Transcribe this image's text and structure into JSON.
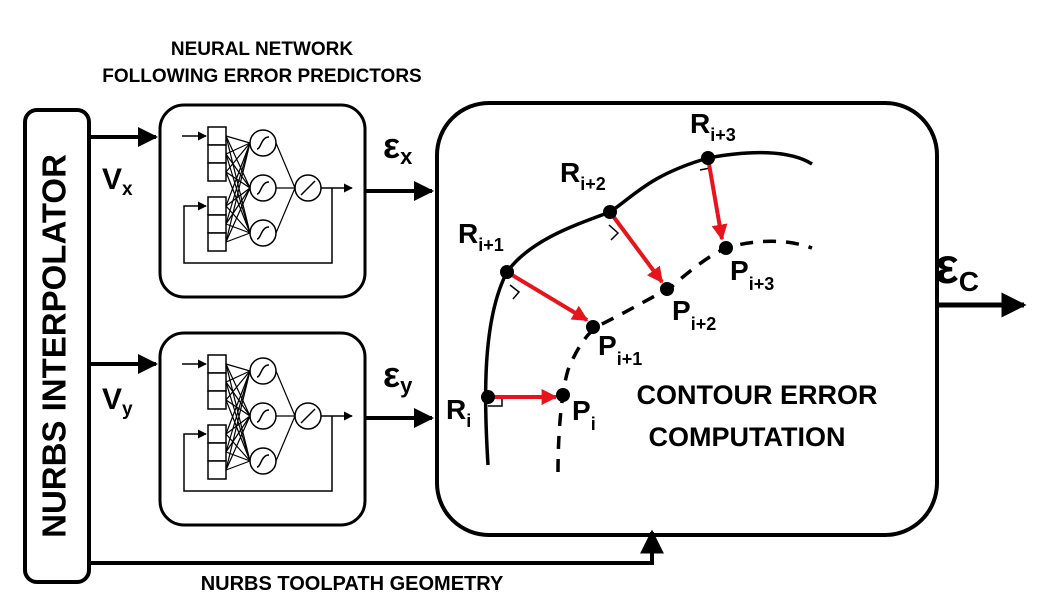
{
  "header": {
    "line1": "NEURAL NETWORK",
    "line2": "FOLLOWING ERROR PREDICTORS"
  },
  "interpolator": {
    "label": "NURBS INTERPOLATOR"
  },
  "footer": {
    "label": "NURBS TOOLPATH GEOMETRY"
  },
  "inputs": {
    "vx": {
      "main": "V",
      "sub": "x"
    },
    "vy": {
      "main": "V",
      "sub": "y"
    }
  },
  "errors": {
    "ex": {
      "main": "ε",
      "sub": "x"
    },
    "ey": {
      "main": "ε",
      "sub": "y"
    },
    "ec": {
      "main": "ε",
      "sub": "C"
    }
  },
  "contour": {
    "title_line1": "CONTOUR ERROR",
    "title_line2": "COMPUTATION",
    "r_points": [
      {
        "main": "R",
        "sub": "i"
      },
      {
        "main": "R",
        "sub": "i+1"
      },
      {
        "main": "R",
        "sub": "i+2"
      },
      {
        "main": "R",
        "sub": "i+3"
      }
    ],
    "p_points": [
      {
        "main": "P",
        "sub": "i"
      },
      {
        "main": "P",
        "sub": "i+1"
      },
      {
        "main": "P",
        "sub": "i+2"
      },
      {
        "main": "P",
        "sub": "i+3"
      }
    ]
  },
  "colors": {
    "error_vector": "#e8141b",
    "line": "#000000"
  }
}
